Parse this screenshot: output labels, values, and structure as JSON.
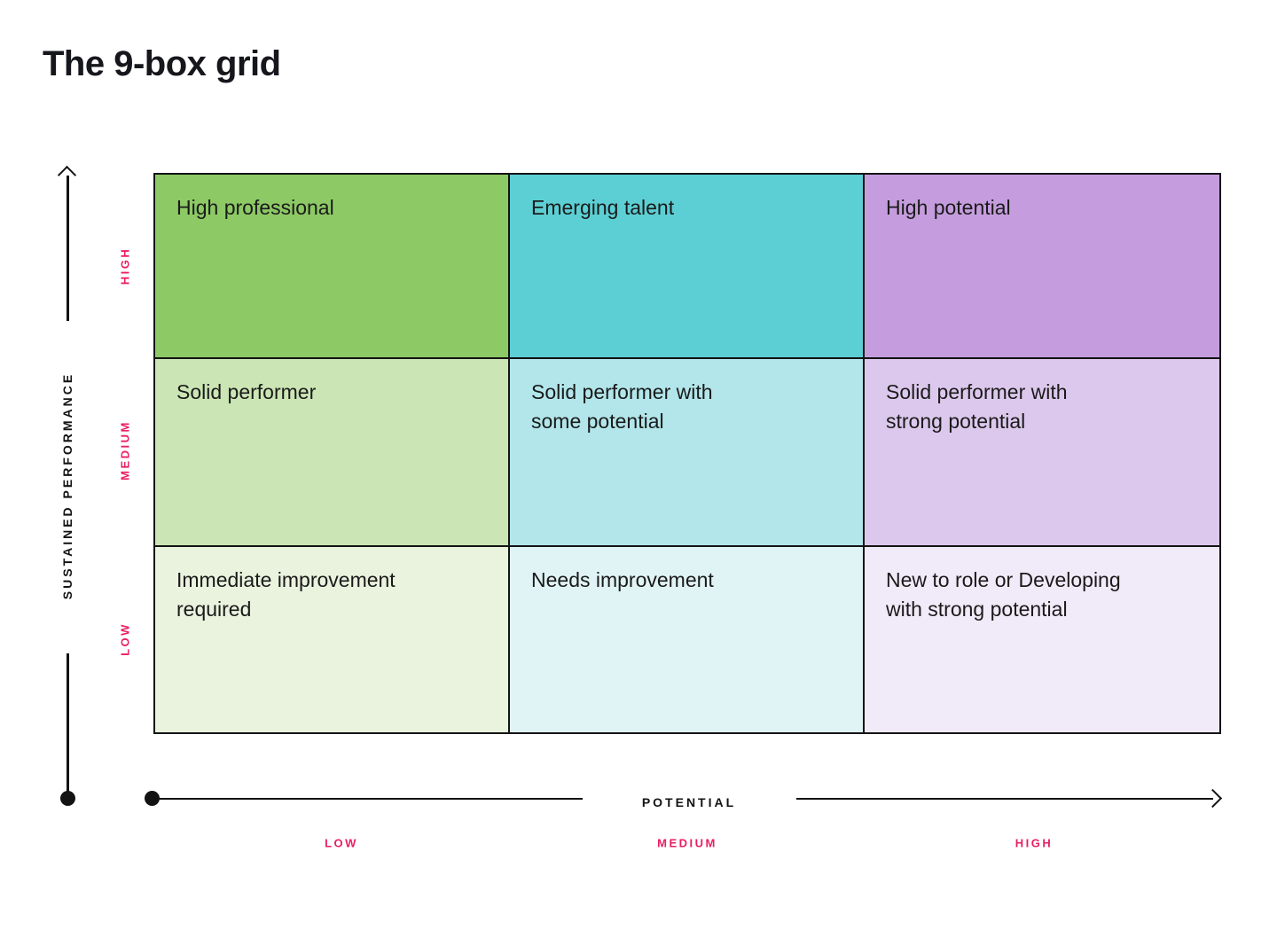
{
  "title": "The 9-box grid",
  "y_axis": {
    "label": "SUSTAINED PERFORMANCE",
    "ticks": [
      "HIGH",
      "MEDIUM",
      "LOW"
    ]
  },
  "x_axis": {
    "label": "POTENTIAL",
    "ticks": [
      "LOW",
      "MEDIUM",
      "HIGH"
    ]
  },
  "colors": {
    "accent_pink": "#E91E63",
    "axis_black": "#131313",
    "cell_text": "#1A1A1A"
  },
  "grid": {
    "rows": [
      {
        "performance": "HIGH",
        "cells": [
          {
            "label": "High professional",
            "color": "#8DC965"
          },
          {
            "label": "Emerging talent",
            "color": "#5CCFD4"
          },
          {
            "label": "High potential",
            "color": "#C59DDE"
          }
        ]
      },
      {
        "performance": "MEDIUM",
        "cells": [
          {
            "label": "Solid performer",
            "color": "#CBE5B4"
          },
          {
            "label": "Solid performer with\nsome potential",
            "color": "#B2E6EA"
          },
          {
            "label": "Solid performer with\nstrong potential",
            "color": "#DCC8ED"
          }
        ]
      },
      {
        "performance": "LOW",
        "cells": [
          {
            "label": "Immediate improvement\nrequired",
            "color": "#E9F3DE"
          },
          {
            "label": "Needs improvement",
            "color": "#E1F4F5"
          },
          {
            "label": "New to role or Developing\nwith strong potential",
            "color": "#F1EAF8"
          }
        ]
      }
    ]
  }
}
